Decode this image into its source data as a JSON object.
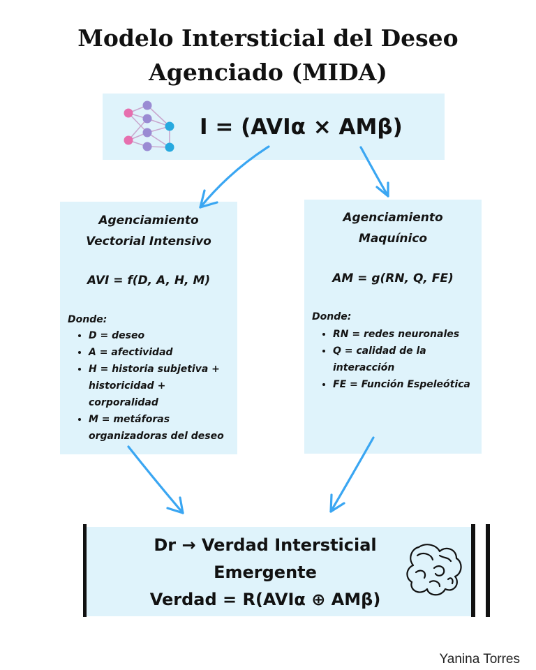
{
  "title": {
    "line1": "Modelo Intersticial del Deseo",
    "line2": "Agenciado (MIDA)"
  },
  "main_formula": "I = (AVIα × AMβ)",
  "left_box": {
    "title_line1": "Agenciamiento",
    "title_line2": "Vectorial Intensivo",
    "formula": "AVI = f(D, A, H, M)",
    "donde": "Donde:",
    "items": [
      "D = deseo",
      "A = afectividad",
      "H = historia subjetiva + historicidad + corporalidad",
      "M = metáforas organizadoras del deseo"
    ]
  },
  "right_box": {
    "title_line1": "Agenciamiento",
    "title_line2": "Maquínico",
    "formula": "AM = g(RN, Q, FE)",
    "donde": "Donde:",
    "items": [
      "RN = redes neuronales",
      "Q = calidad de la interacción",
      "FE = Función Espeleótica"
    ]
  },
  "bottom_box": {
    "line1": "Dr → Verdad Intersticial",
    "line2": "Emergente",
    "line3": "Verdad = R(AVIα ⊕ AMβ)"
  },
  "author": "Yanina Torres",
  "colors": {
    "box_fill": "#dff3fb",
    "arrow": "#3aa6f2",
    "node_pink": "#e66fae",
    "node_purple": "#9a8bd3",
    "node_blue": "#27a9df"
  },
  "icons": {
    "top": "neural-network-icon",
    "bottom": "brain-blob-icon"
  }
}
